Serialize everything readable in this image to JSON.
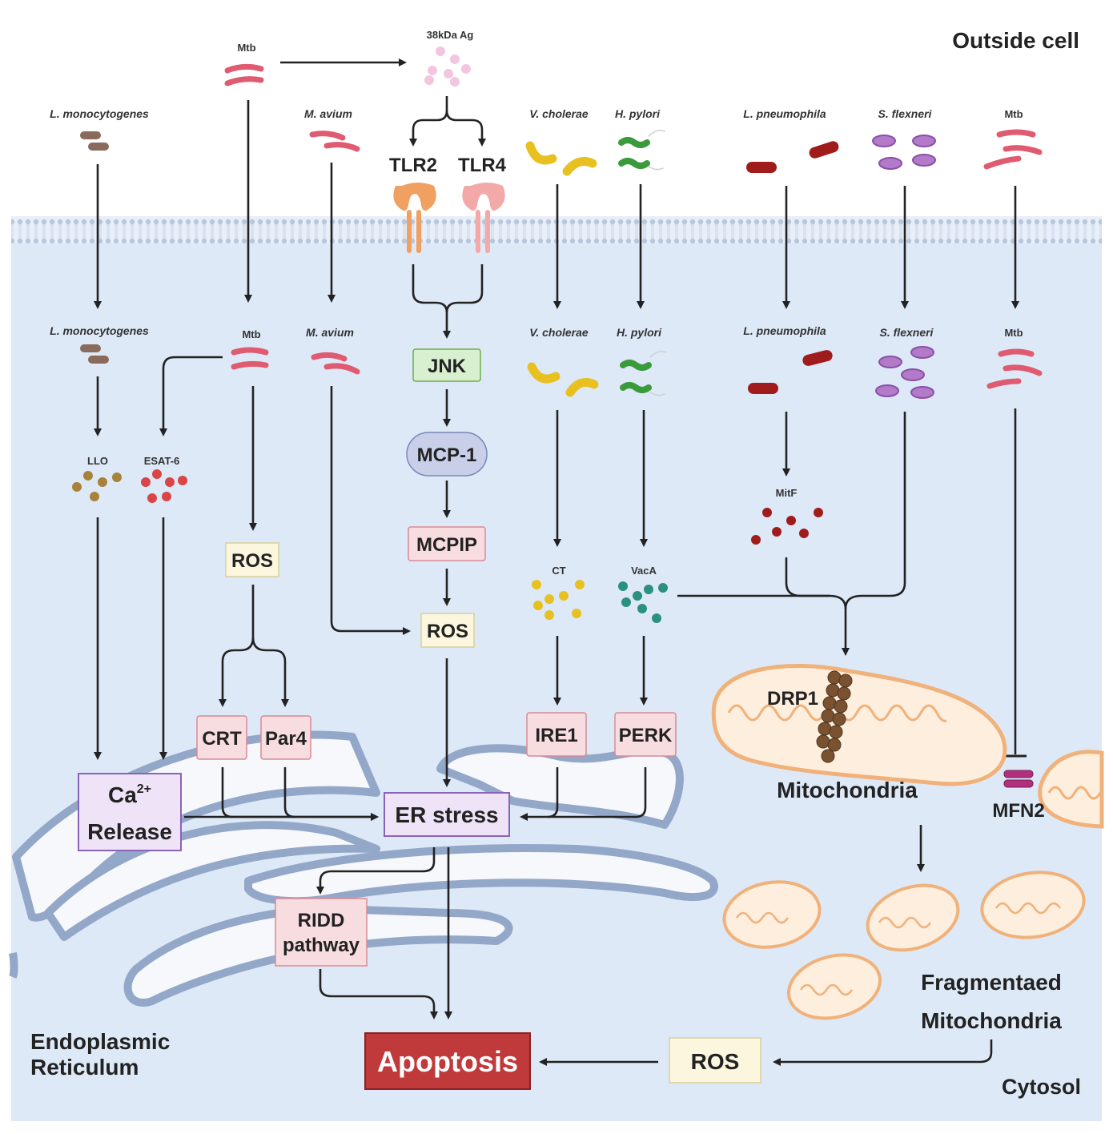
{
  "regions": {
    "outside": "Outside cell",
    "cytosol": "Cytosol",
    "er": [
      "Endoplasmic",
      "Reticulum"
    ]
  },
  "pathogens_outside": {
    "mtb_top": "Mtb",
    "antigen": "38kDa Ag",
    "l_monocytogenes": "L. monocytogenes",
    "m_avium": "M. avium",
    "v_cholerae": "V. cholerae",
    "h_pylori": "H. pylori",
    "l_pneumophila": "L. pneumophila",
    "s_flexneri": "S. flexneri",
    "mtb_right": "Mtb"
  },
  "receptors": {
    "tlr2": "TLR2",
    "tlr4": "TLR4"
  },
  "pathogens_inside": {
    "l_monocytogenes": "L. monocytogenes",
    "mtb": "Mtb",
    "m_avium": "M. avium",
    "v_cholerae": "V. cholerae",
    "h_pylori": "H. pylori",
    "l_pneumophila": "L. pneumophila",
    "s_flexneri": "S. flexneri",
    "mtb_right": "Mtb"
  },
  "effectors": {
    "llo": "LLO",
    "esat6": "ESAT-6",
    "ct": "CT",
    "vaca": "VacA",
    "mitf": "MitF"
  },
  "boxes": {
    "jnk": "JNK",
    "mcp1": "MCP-1",
    "mcpip": "MCPIP",
    "ros_left": "ROS",
    "ros_center": "ROS",
    "crt": "CRT",
    "par4": "Par4",
    "ire1": "IRE1",
    "perk": "PERK",
    "ca_main": "Ca",
    "ca_sup": "2+",
    "ca_release": "Release",
    "er_stress": "ER stress",
    "ridd": [
      "RIDD",
      "pathway"
    ],
    "apoptosis": "Apoptosis",
    "ros_bottom": "ROS"
  },
  "mito": {
    "drp1": "DRP1",
    "mitochondria": "Mitochondria",
    "mfn2": "MFN2",
    "fragmented": [
      "Fragmentaed",
      "Mitochondria"
    ]
  },
  "colors": {
    "cytosol": "#dde9f7",
    "membrane": "#b9c9e0",
    "er_fill": "#f6f8fb",
    "er_stroke": "#93a7c8",
    "mtb": "#e05a70",
    "listeria": "#8a6a5a",
    "vibrio": "#e8c020",
    "hpylori": "#3b9a3b",
    "legionella": "#a01c1c",
    "shigella": "#8a4fa8",
    "tlr2": "#f0a060",
    "tlr4": "#f4a9a9",
    "apoptosis": "#c0393b",
    "mito_fill": "#fdeede",
    "mito_stroke": "#f0b27a"
  }
}
